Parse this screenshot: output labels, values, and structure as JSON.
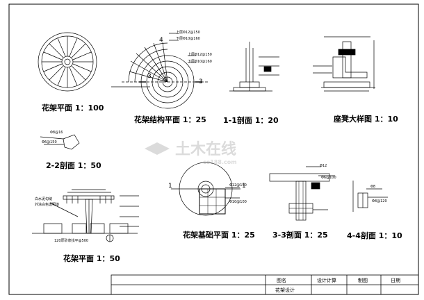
{
  "titles": {
    "plan_top": "花架平面 1：100",
    "struct_plan": "花架结构平面 1：25",
    "sec_1_1": "1-1剖面 1：20",
    "bench_detail": "座凳大样图 1：10",
    "sec_2_2": "2-2剖面 1：50",
    "plan_bottom": "花架平面 1：50",
    "foundation": "花架基础平面 1：25",
    "sec_3_3": "3-3剖面 1：25",
    "sec_4_4": "4-4剖面 1：10"
  },
  "labels": {
    "upper_rebar": "上层Φ12@150",
    "lower_rebar": "下层Φ10@160",
    "mark_3": "3",
    "mark_4": "4",
    "mark_1": "1",
    "white_paint_1": "白水泥勾缝",
    "white_paint_2": "外涂白色透明漆",
    "foot_note": "120厚砂浆找平@500",
    "d8_16": "Φ8@16",
    "d6_150": "Φ6@150",
    "d6_100": "Φ6@100",
    "d12": "Φ12",
    "d8": "Φ8",
    "d8_120": "Φ8@120",
    "d12_150": "Φ12@150",
    "d10_100": "Φ10@100",
    "d6_150b": "Φ6@150"
  },
  "watermark": {
    "brand": "土木在线",
    "url": "co188.com"
  },
  "title_block": {
    "drawing_name_label": "图名",
    "drawing_name_value": "花架设计",
    "design_calc": "设计计算",
    "drafting": "制图",
    "date": "日期"
  }
}
